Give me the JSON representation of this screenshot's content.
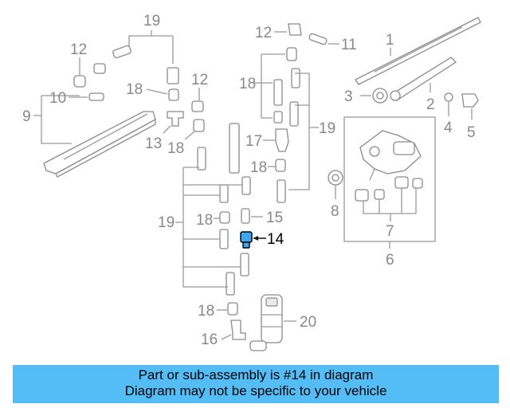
{
  "callouts": {
    "c1": "1",
    "c2": "2",
    "c3": "3",
    "c4": "4",
    "c5": "5",
    "c6": "6",
    "c7": "7",
    "c8": "8",
    "c9": "9",
    "c10": "10",
    "c11": "11",
    "c12a": "12",
    "c12b": "12",
    "c12c": "12",
    "c13": "13",
    "c14": "14",
    "c15": "15",
    "c16": "16",
    "c17": "17",
    "c18a": "18",
    "c18b": "18",
    "c18c": "18",
    "c18d": "18",
    "c18e": "18",
    "c18f": "18",
    "c19a": "19",
    "c19b": "19",
    "c19c": "19",
    "c20": "20"
  },
  "highlighted_part": "14",
  "highlight_color": "#3ea6ee",
  "caption": {
    "line1": "Part or sub-assembly is #14 in diagram",
    "line2": "Diagram may not be specific to your vehicle",
    "background": "#55bdf6"
  }
}
